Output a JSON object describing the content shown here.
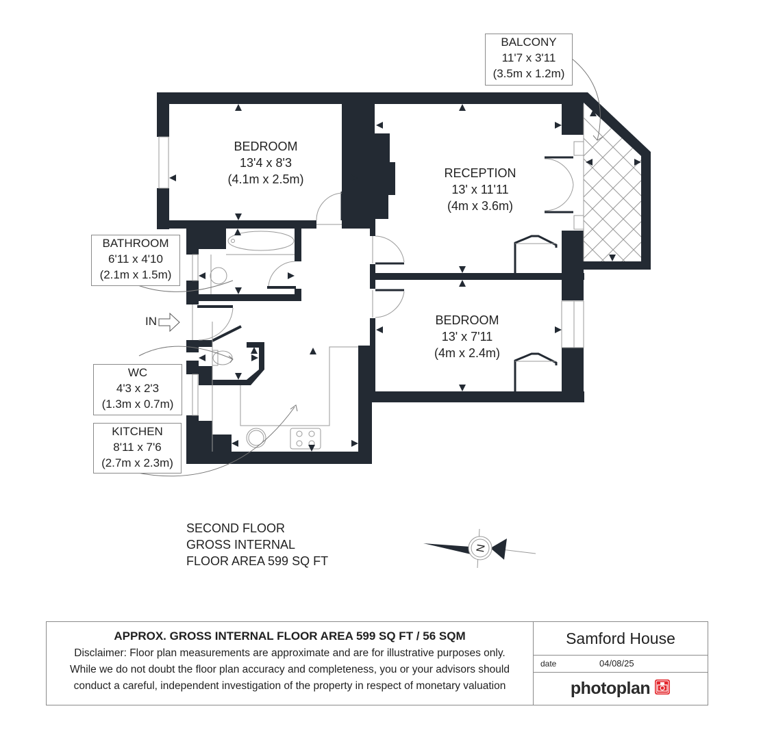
{
  "rooms": {
    "bedroom1": {
      "name": "BEDROOM",
      "imperial": "13'4 x 8'3",
      "metric": "(4.1m x 2.5m)"
    },
    "reception": {
      "name": "RECEPTION",
      "imperial": "13' x 11'11",
      "metric": "(4m x 3.6m)"
    },
    "bedroom2": {
      "name": "BEDROOM",
      "imperial": "13' x 7'11",
      "metric": "(4m x 2.4m)"
    },
    "balcony": {
      "name": "BALCONY",
      "imperial": "11'7 x 3'11",
      "metric": "(3.5m x 1.2m)"
    },
    "bathroom": {
      "name": "BATHROOM",
      "imperial": "6'11 x 4'10",
      "metric": "(2.1m x 1.5m)"
    },
    "wc": {
      "name": "WC",
      "imperial": "4'3 x 2'3",
      "metric": "(1.3m x 0.7m)"
    },
    "kitchen": {
      "name": "KITCHEN",
      "imperial": "8'11 x 7'6",
      "metric": "(2.7m x 2.3m)"
    }
  },
  "entrance": {
    "label": "IN",
    "icon": "entrance-arrow-icon"
  },
  "floor_info": {
    "line1": "SECOND FLOOR",
    "line2": "GROSS INTERNAL",
    "line3": "FLOOR AREA 599 SQ FT"
  },
  "compass": {
    "label": "N",
    "icon": "north-compass-icon"
  },
  "footer": {
    "title": "APPROX. GROSS INTERNAL FLOOR AREA 599 SQ FT / 56 SQM",
    "disclaimer_line1": "Disclaimer: Floor plan measurements are approximate and are for illustrative purposes only.",
    "disclaimer_line2": "While we do not doubt the floor plan accuracy and completeness, you or your advisors should",
    "disclaimer_line3": "conduct a careful, independent investigation of the property in respect of monetary valuation",
    "property_name": "Samford House",
    "date_label": "date",
    "date_value": "04/08/25",
    "brand": "photoplan",
    "brand_icon": "camera-icon",
    "brand_color": "#e3262b"
  },
  "colors": {
    "wall": "#232a33",
    "line": "#9a9a9a",
    "text": "#222222"
  }
}
